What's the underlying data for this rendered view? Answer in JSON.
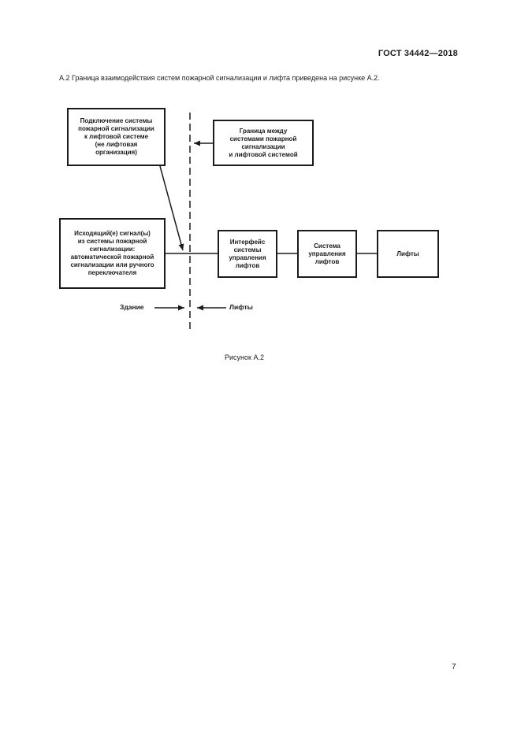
{
  "page": {
    "header": "ГОСТ 34442—2018",
    "paragraph": "А.2 Граница взаимодействия систем пожарной сигнализации и лифта приведена на рисунке А.2.",
    "figure_caption": "Рисунок А.2",
    "page_number": "7"
  },
  "diagram": {
    "boxes": {
      "connect": "Подключение системы\nпожарной сигнализации\nк лифтовой системе\n(не лифтовая\nорганизация)",
      "boundary": "Граница между\nсистемами пожарной\nсигнализации\nи лифтовой системой",
      "signals": "Исходящий(е) сигнал(ы)\nиз системы пожарной\nсигнализации:\nавтоматической пожарной\nсигнализации или ручного\nпереключателя",
      "interface": "Интерфейс\nсистемы\nуправления\nлифтов",
      "control": "Система\nуправления\nлифтов",
      "lifts": "Лифты"
    },
    "labels": {
      "building_side": "Здание",
      "lift_side": "Лифты"
    },
    "colors": {
      "ink": "#1b1b1b",
      "paper": "#ffffff"
    }
  }
}
